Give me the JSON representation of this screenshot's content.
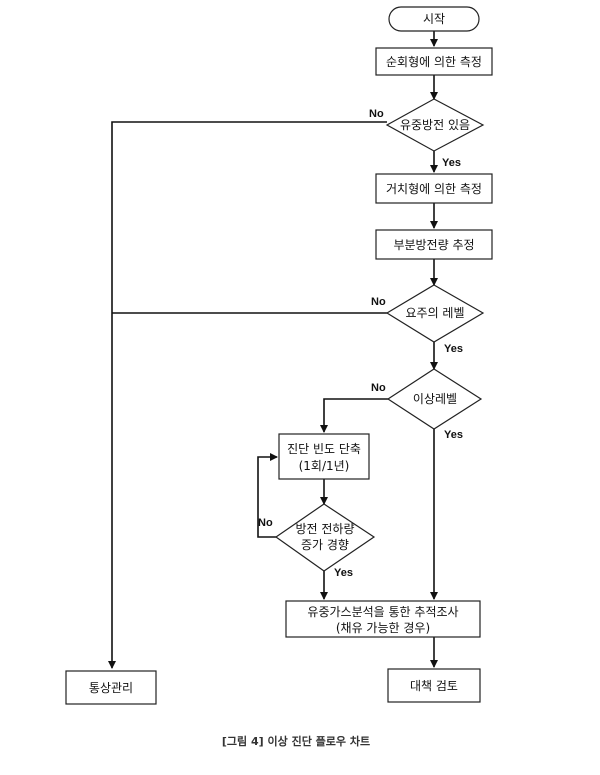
{
  "diagram": {
    "nodes": {
      "start": {
        "label": "시작"
      },
      "measure_patrol": {
        "label": "순회형에 의한 측정"
      },
      "discharge_present": {
        "label": "유중방전 있음"
      },
      "measure_fixed": {
        "label": "거치형에 의한 측정"
      },
      "estimate_pd": {
        "label": "부분방전량 추정"
      },
      "caution_level": {
        "label": "요주의 레벨"
      },
      "abnormal_level": {
        "label": "이상레벨"
      },
      "shorten_interval": {
        "line1": "진단 빈도 단축",
        "line2": "(1회/1년)"
      },
      "pd_increase": {
        "line1": "방전 전하량",
        "line2": "증가 경향"
      },
      "gas_analysis": {
        "line1": "유중가스분석을 통한 추적조사",
        "line2": "(채유 가능한 경우)"
      },
      "normal_mgmt": {
        "label": "통상관리"
      },
      "countermeasure": {
        "label": "대책 검토"
      }
    },
    "edge_labels": {
      "no": "No",
      "yes": "Yes"
    },
    "caption": "[그림 4] 이상 진단 플로우 차트"
  }
}
